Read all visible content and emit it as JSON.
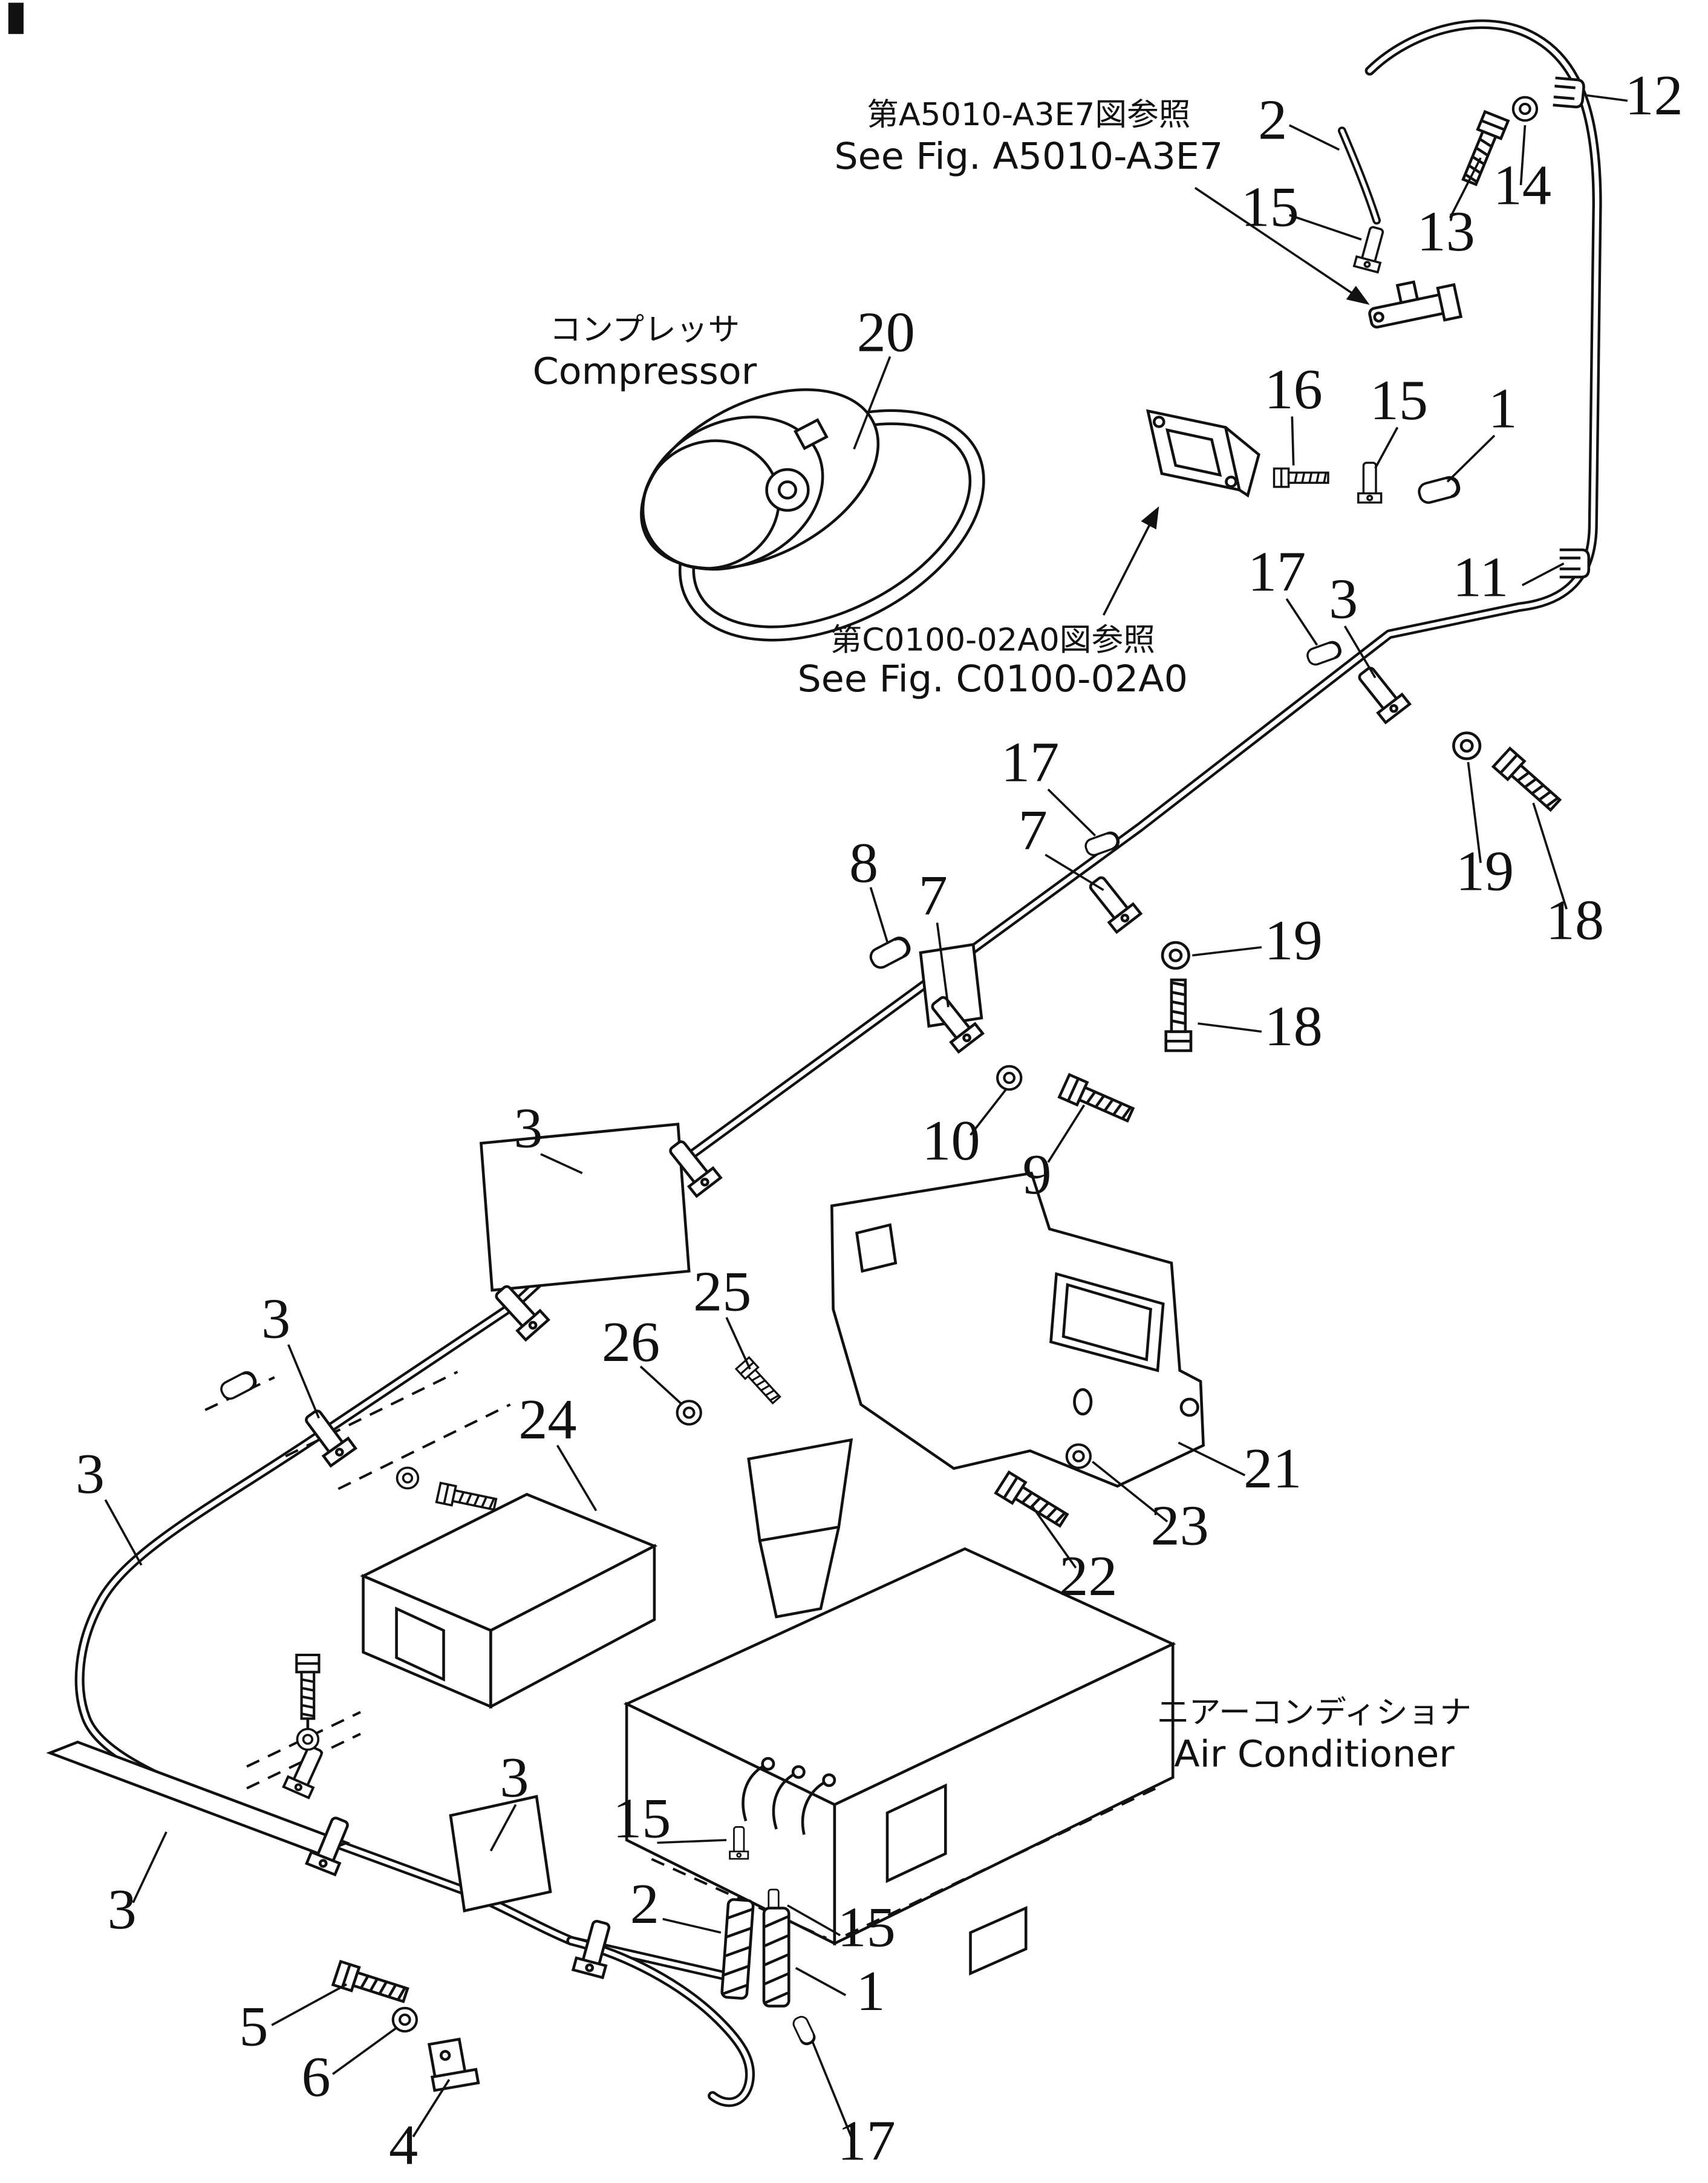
{
  "diagram": {
    "references": [
      {
        "jp": "第A5010-A3E7図参照",
        "en": "See Fig. A5010-A3E7"
      },
      {
        "jp": "第C0100-02A0図参照",
        "en": "See Fig. C0100-02A0"
      }
    ],
    "components": [
      {
        "jp": "コンプレッサ",
        "en": "Compressor"
      },
      {
        "jp": "エアーコンディショナ",
        "en": "Air Conditioner"
      }
    ],
    "callouts": [
      {
        "num": "12"
      },
      {
        "num": "2"
      },
      {
        "num": "13"
      },
      {
        "num": "14"
      },
      {
        "num": "15"
      },
      {
        "num": "20"
      },
      {
        "num": "16"
      },
      {
        "num": "15"
      },
      {
        "num": "1"
      },
      {
        "num": "17"
      },
      {
        "num": "3"
      },
      {
        "num": "11"
      },
      {
        "num": "17"
      },
      {
        "num": "19"
      },
      {
        "num": "18"
      },
      {
        "num": "8"
      },
      {
        "num": "7"
      },
      {
        "num": "7"
      },
      {
        "num": "19"
      },
      {
        "num": "18"
      },
      {
        "num": "10"
      },
      {
        "num": "9"
      },
      {
        "num": "3"
      },
      {
        "num": "3"
      },
      {
        "num": "25"
      },
      {
        "num": "26"
      },
      {
        "num": "24"
      },
      {
        "num": "3"
      },
      {
        "num": "21"
      },
      {
        "num": "23"
      },
      {
        "num": "22"
      },
      {
        "num": "3"
      },
      {
        "num": "15"
      },
      {
        "num": "2"
      },
      {
        "num": "15"
      },
      {
        "num": "1"
      },
      {
        "num": "5"
      },
      {
        "num": "6"
      },
      {
        "num": "4"
      },
      {
        "num": "3"
      },
      {
        "num": "17"
      }
    ]
  }
}
